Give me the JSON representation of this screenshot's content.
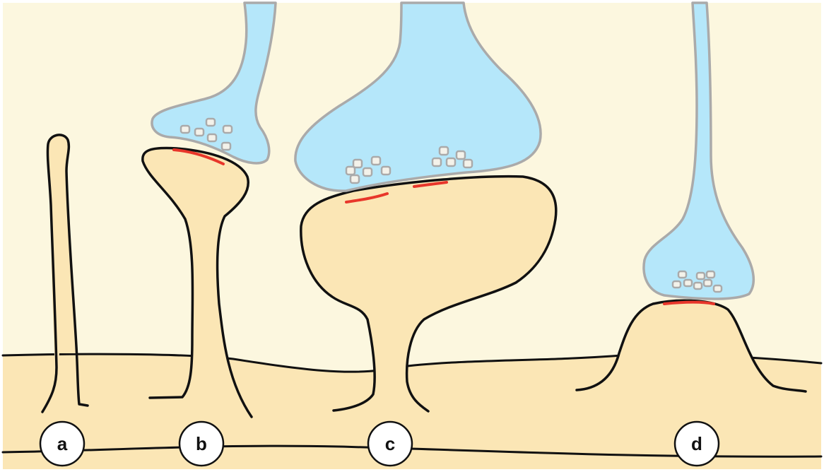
{
  "diagram": {
    "labels": [
      {
        "id": "a",
        "text": "a"
      },
      {
        "id": "b",
        "text": "b"
      },
      {
        "id": "c",
        "text": "c"
      },
      {
        "id": "d",
        "text": "d"
      }
    ]
  },
  "colors": {
    "background": "#fcf7df",
    "dendrite": "#fbe6b5",
    "axon": "#b5e7fa",
    "axon_outline": "#aaaaaa",
    "vesicle": "#f4f2ea",
    "outline": "#111111",
    "psd": "#e8362a",
    "label_fill": "#ffffff"
  }
}
